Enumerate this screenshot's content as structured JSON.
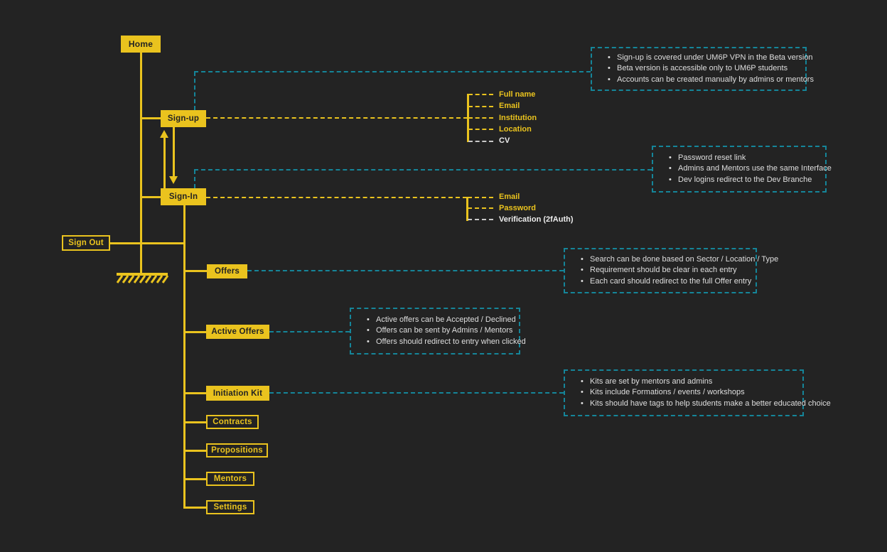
{
  "canvas": {
    "background": "#232323"
  },
  "colors": {
    "accent_yellow": "#EAC31E",
    "teal_dashed": "#158599",
    "note_text": "#DFDFDF",
    "node_text_dark": "#232323",
    "alt_field_text": "#EDEDED"
  },
  "nodes": {
    "home": {
      "label": "Home"
    },
    "sign_up": {
      "label": "Sign-up"
    },
    "sign_in": {
      "label": "Sign-In"
    },
    "sign_out": {
      "label": "Sign Out"
    },
    "offers": {
      "label": "Offers"
    },
    "active_offers": {
      "label": "Active Offers"
    },
    "initiation_kit": {
      "label": "Initiation Kit"
    },
    "contracts": {
      "label": "Contracts"
    },
    "propositions": {
      "label": "Propositions"
    },
    "mentors": {
      "label": "Mentors"
    },
    "settings": {
      "label": "Settings"
    }
  },
  "sign_up_fields": [
    {
      "label": "Full name"
    },
    {
      "label": "Email"
    },
    {
      "label": "Institution"
    },
    {
      "label": "Location"
    },
    {
      "label": "CV"
    }
  ],
  "sign_in_fields": [
    {
      "label": "Email"
    },
    {
      "label": "Password"
    },
    {
      "label": "Verification (2fAuth)"
    }
  ],
  "notes": {
    "sign_up": {
      "bullets": [
        "Sign-up is covered under UM6P VPN in the Beta version",
        "Beta version is accessible only to UM6P students",
        "Accounts can be created manually by admins or mentors"
      ]
    },
    "sign_in": {
      "bullets": [
        "Password reset link",
        "Admins and Mentors use the same Interface",
        "Dev logins redirect to the Dev Branche"
      ]
    },
    "offers": {
      "bullets": [
        "Search can be done based on Sector / Location / Type",
        "Requirement should be clear in each entry",
        "Each card should redirect to the full Offer entry"
      ]
    },
    "active_offers": {
      "bullets": [
        "Active offers can be Accepted / Declined",
        "Offers can be sent by Admins / Mentors",
        "Offers should redirect to entry when clicked"
      ]
    },
    "initiation_kit": {
      "bullets": [
        "Kits are set by mentors and admins",
        "Kits include Formations / events / workshops",
        "Kits should have tags to help students make a better educated choice"
      ]
    }
  }
}
